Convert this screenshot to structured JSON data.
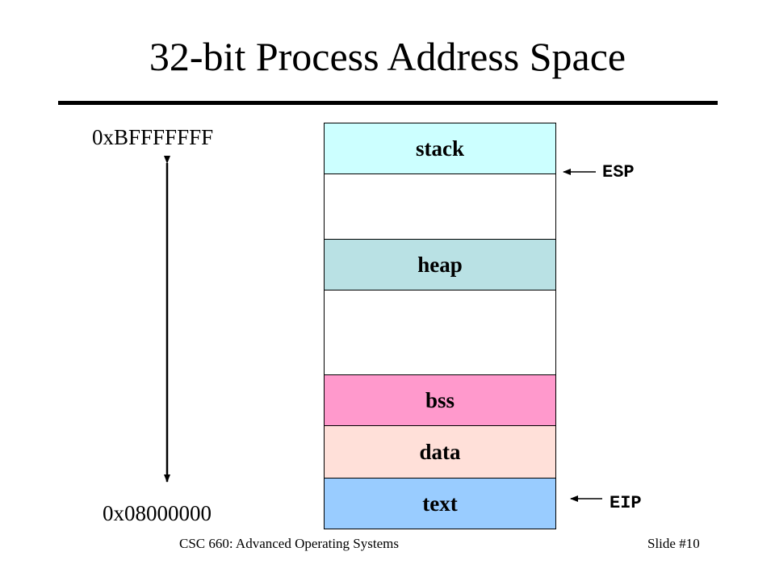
{
  "title": "32-bit Process Address Space",
  "addresses": {
    "top": "0xBFFFFFFF",
    "bottom": "0x08000000"
  },
  "segments": {
    "stack": {
      "label": "stack",
      "color": "#CCFFFF"
    },
    "gap_upper": {
      "label": "",
      "color": "#FFFFFF"
    },
    "heap": {
      "label": "heap",
      "color": "#B9E1E4"
    },
    "gap_lower": {
      "label": "",
      "color": "#FFFFFF"
    },
    "bss": {
      "label": "bss",
      "color": "#FF99CC"
    },
    "data": {
      "label": "data",
      "color": "#FFE0D9"
    },
    "text": {
      "label": "text",
      "color": "#99CCFF"
    }
  },
  "registers": {
    "esp": "ESP",
    "eip": "EIP"
  },
  "footer": {
    "course": "CSC 660: Advanced Operating Systems",
    "slide": "Slide #10"
  }
}
